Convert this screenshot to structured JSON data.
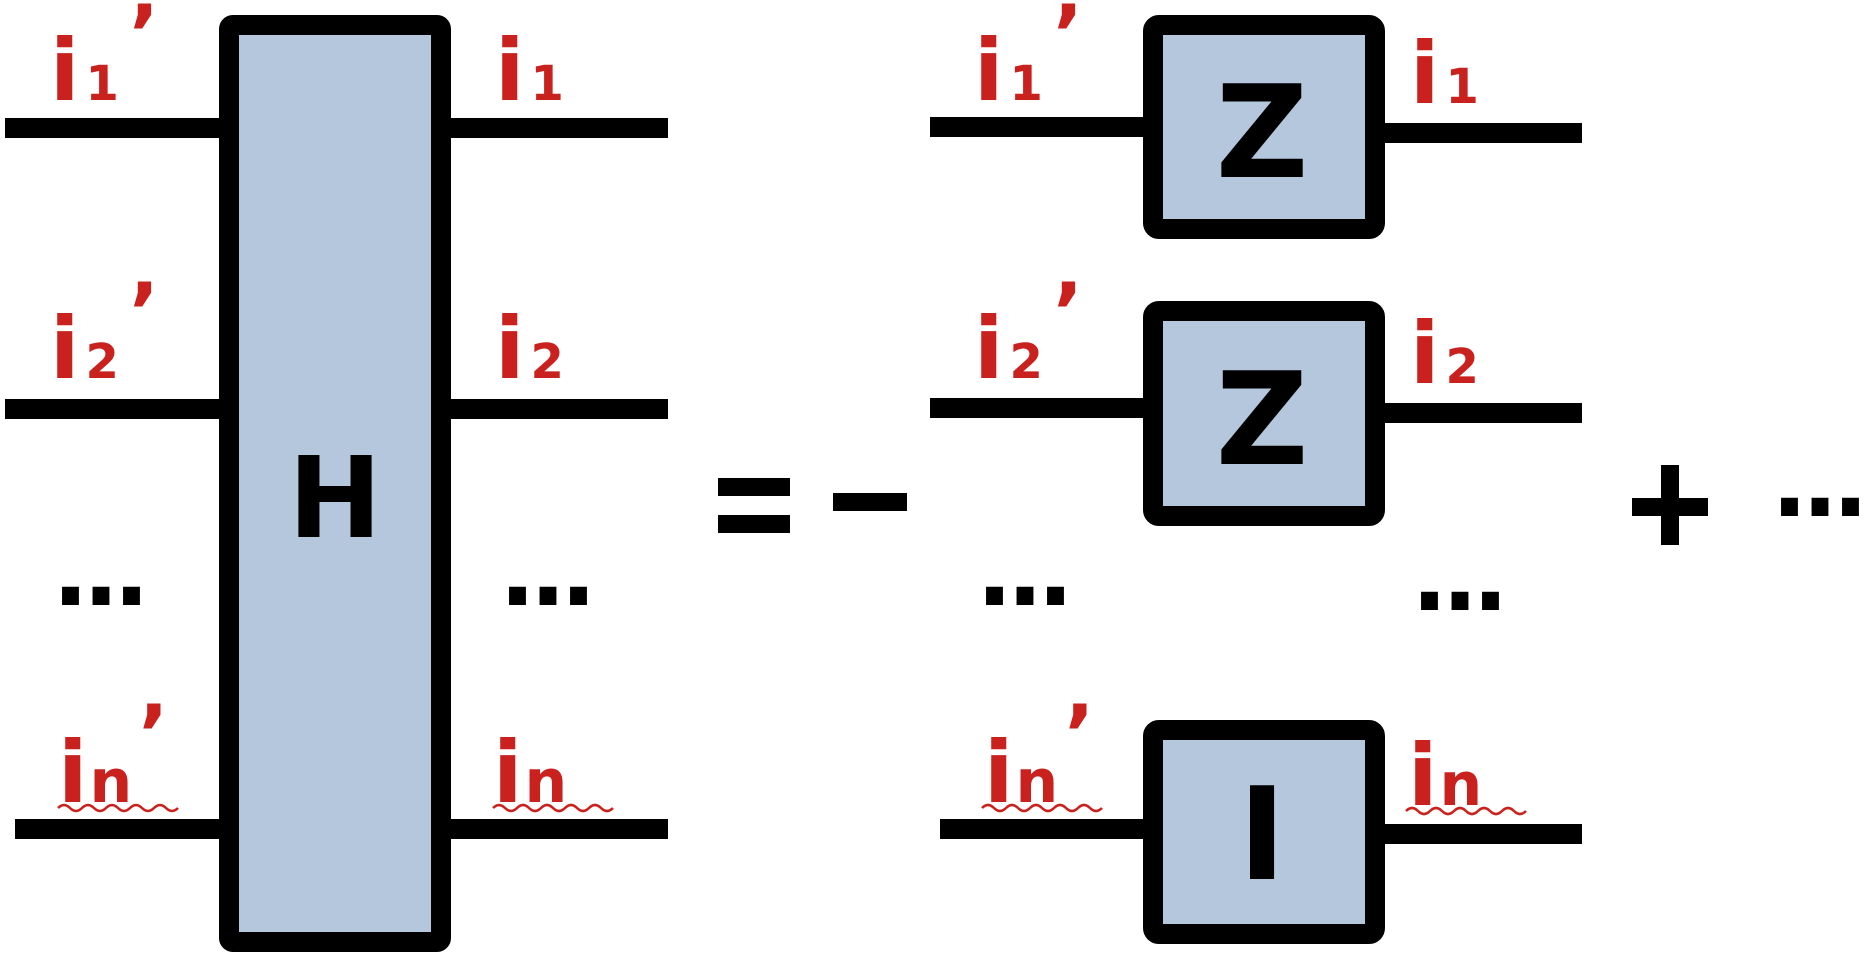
{
  "colors": {
    "gate_fill": "#b4c7dc",
    "stroke": "#000000",
    "index_label": "#c9211e",
    "background": "#ffffff"
  },
  "lhs": {
    "tensor": {
      "label": "H"
    },
    "inputs": [
      {
        "base": "i",
        "sub": "1",
        "prime": "’"
      },
      {
        "base": "i",
        "sub": "2",
        "prime": "’"
      },
      {
        "base": "i",
        "sub": "n",
        "prime": "’"
      }
    ],
    "outputs": [
      {
        "base": "i",
        "sub": "1"
      },
      {
        "base": "i",
        "sub": "2"
      },
      {
        "base": "i",
        "sub": "n"
      }
    ],
    "ellipsis": "..."
  },
  "operators": {
    "equals": "=",
    "minus": "−",
    "plus": "+",
    "trailing_ellipsis": "..."
  },
  "rhs": {
    "gates": [
      {
        "label": "Z",
        "in": {
          "base": "i",
          "sub": "1",
          "prime": "’"
        },
        "out": {
          "base": "i",
          "sub": "1"
        }
      },
      {
        "label": "Z",
        "in": {
          "base": "i",
          "sub": "2",
          "prime": "’"
        },
        "out": {
          "base": "i",
          "sub": "2"
        }
      },
      {
        "label": "I",
        "in": {
          "base": "i",
          "sub": "n",
          "prime": "’"
        },
        "out": {
          "base": "i",
          "sub": "n"
        }
      }
    ],
    "ellipsis": "..."
  }
}
